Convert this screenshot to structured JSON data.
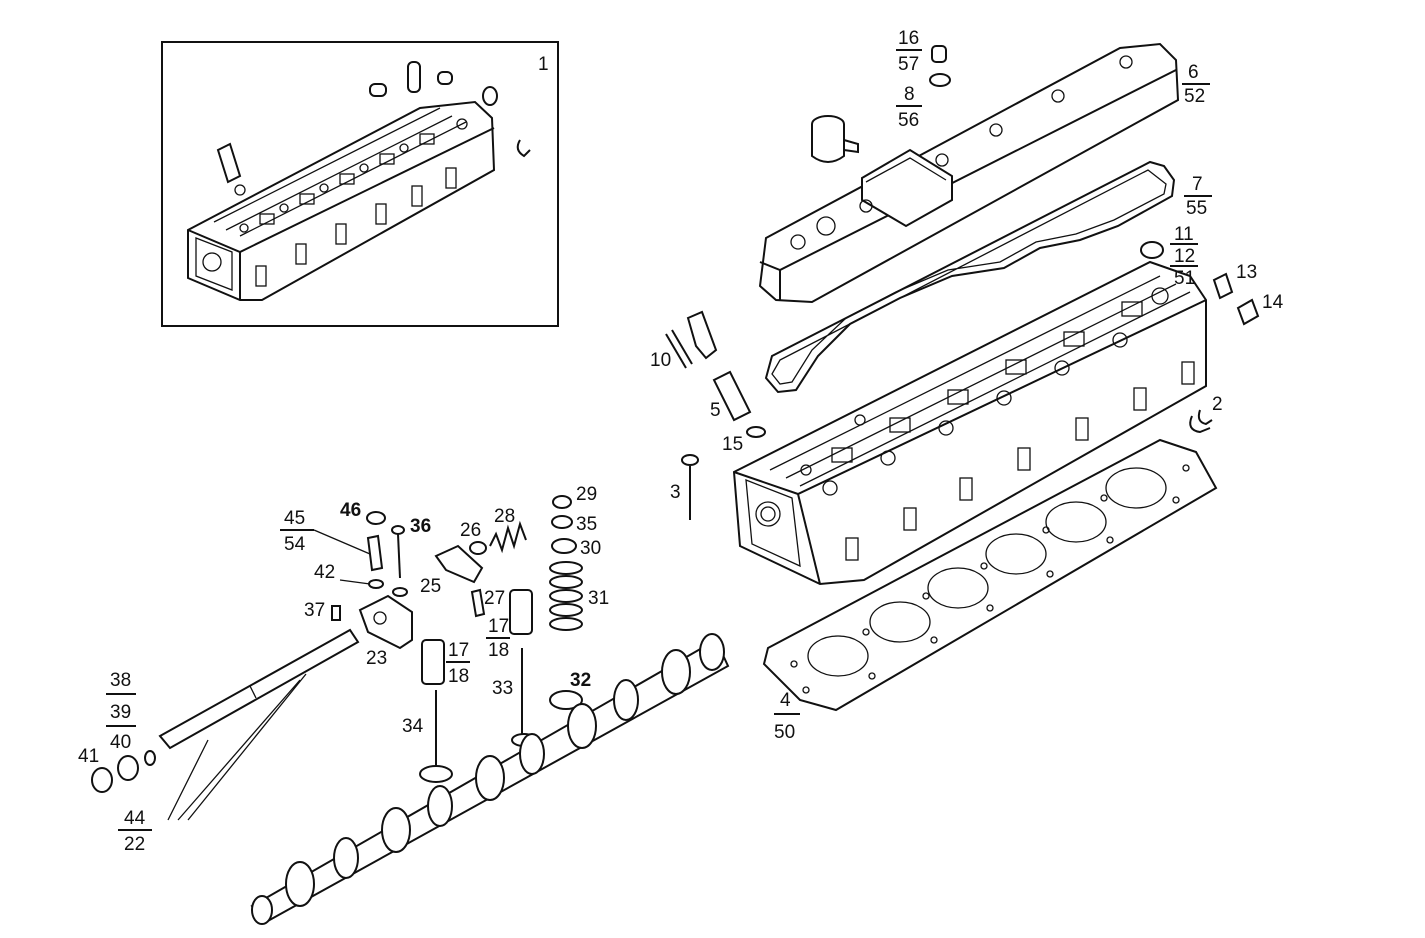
{
  "labels": {
    "l1": "1",
    "l2": "2",
    "l3": "3",
    "l4": "4",
    "l50": "50",
    "l5": "5",
    "l6": "6",
    "l52": "52",
    "l7": "7",
    "l55": "55",
    "l8": "8",
    "l56": "56",
    "l10": "10",
    "l11": "11",
    "l12": "12",
    "l51": "51",
    "l13": "13",
    "l14": "14",
    "l15": "15",
    "l16": "16",
    "l57": "57",
    "l17a": "17",
    "l18a": "18",
    "l17b": "17",
    "l18b": "18",
    "l22": "22",
    "l23": "23",
    "l25": "25",
    "l26": "26",
    "l27": "27",
    "l28": "28",
    "l29": "29",
    "l30": "30",
    "l31": "31",
    "l32": "32",
    "l33": "33",
    "l34": "34",
    "l35": "35",
    "l36": "36",
    "l37": "37",
    "l38": "38",
    "l39": "39",
    "l40": "40",
    "l41": "41",
    "l42": "42",
    "l44": "44",
    "l45": "45",
    "l54": "54",
    "l46": "46"
  }
}
